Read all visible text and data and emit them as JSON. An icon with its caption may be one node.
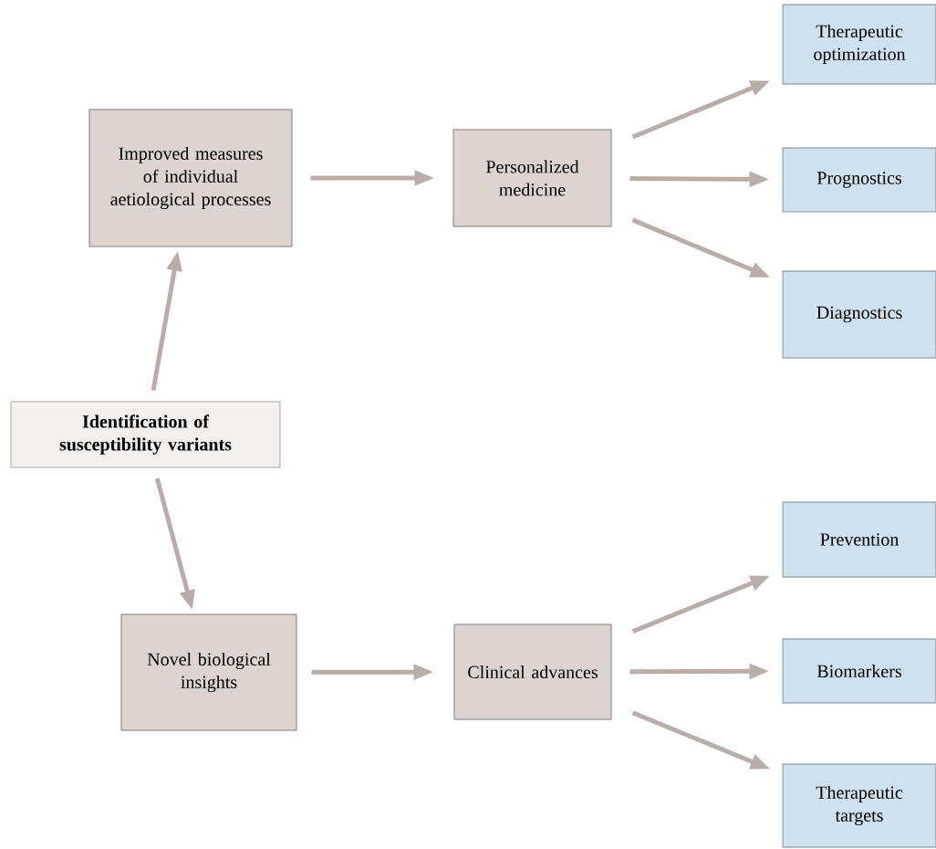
{
  "diagram": {
    "nodes": [
      {
        "text": [
          "Identification of susceptibility variants"
        ]
      },
      {
        "text": [
          "Improved measures of individual aetiological processes"
        ]
      },
      {
        "text": [
          "Personalized medicine"
        ]
      },
      {
        "text": [
          "Therapeutic optimization"
        ]
      },
      {
        "text": [
          "Prognostics"
        ]
      },
      {
        "text": [
          "Diagnostics"
        ]
      },
      {
        "text": [
          "Novel biological insights"
        ]
      },
      {
        "text": [
          "Clinical advances"
        ]
      },
      {
        "text": [
          "Prevention"
        ]
      },
      {
        "text": [
          "Biomarkers"
        ]
      },
      {
        "text": [
          "Therapeutic targets"
        ]
      }
    ],
    "edges": [
      {
        "from": 0,
        "to": 1,
        "arrow": "to"
      },
      {
        "from": 0,
        "to": 6,
        "arrow": "to"
      },
      {
        "from": 1,
        "to": 2,
        "arrow": "to"
      },
      {
        "from": 2,
        "to": 3,
        "arrow": "to"
      },
      {
        "from": 2,
        "to": 4,
        "arrow": "to"
      },
      {
        "from": 2,
        "to": 5,
        "arrow": "to"
      },
      {
        "from": 6,
        "to": 7,
        "arrow": "to"
      },
      {
        "from": 7,
        "to": 8,
        "arrow": "to"
      },
      {
        "from": 7,
        "to": 9,
        "arrow": "to"
      },
      {
        "from": 7,
        "to": 10,
        "arrow": "to"
      }
    ]
  }
}
